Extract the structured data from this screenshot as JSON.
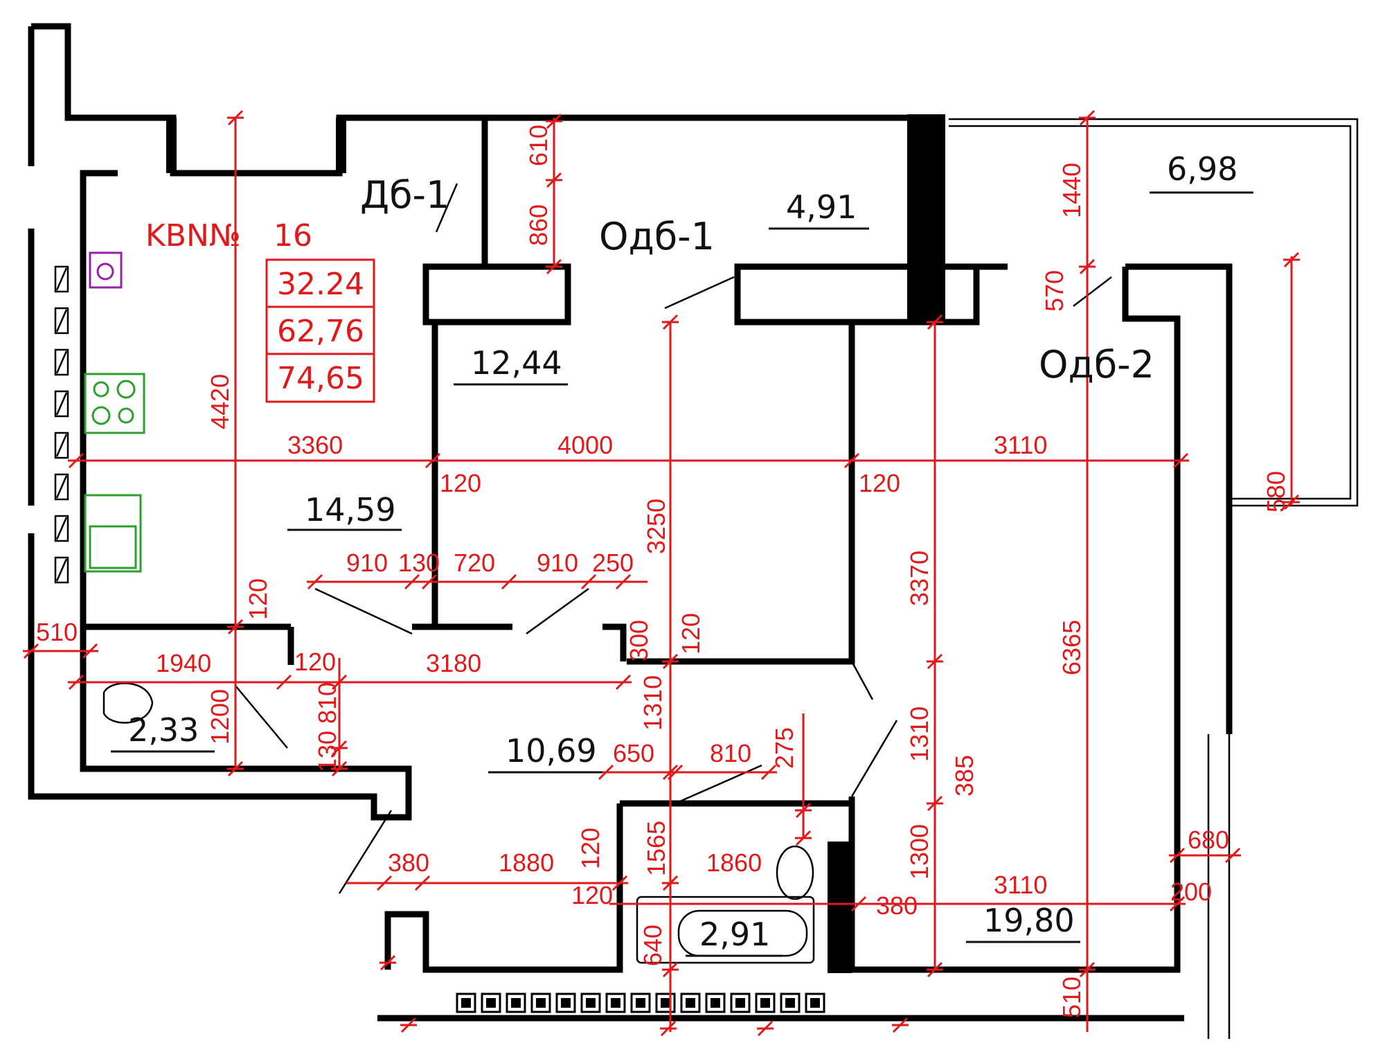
{
  "apartment": {
    "label": "KBN№",
    "number": "16",
    "areas": [
      "32.24",
      "62,76",
      "74,65"
    ]
  },
  "rooms": [
    {
      "id": "room-1",
      "area": "14,59"
    },
    {
      "id": "room-2",
      "area": "12,44"
    },
    {
      "id": "room-3",
      "area": "19,80"
    },
    {
      "id": "room-4",
      "area": "10,69"
    },
    {
      "id": "room-5",
      "area": "2,33"
    },
    {
      "id": "room-6",
      "area": "2,91"
    },
    {
      "id": "room-7",
      "area": "4,91"
    },
    {
      "id": "room-8",
      "area": "6,98"
    }
  ],
  "labels": [
    {
      "id": "db-1",
      "text": "Дб-1"
    },
    {
      "id": "odb-1",
      "text": "Одб-1"
    },
    {
      "id": "odb-2",
      "text": "Одб-2"
    }
  ],
  "dimensions": [
    {
      "id": "d3360",
      "text": "3360"
    },
    {
      "id": "d4000",
      "text": "4000"
    },
    {
      "id": "d3110a",
      "text": "3110"
    },
    {
      "id": "d120a",
      "text": "120"
    },
    {
      "id": "d120b",
      "text": "120"
    },
    {
      "id": "d4420",
      "text": "4420"
    },
    {
      "id": "d3250",
      "text": "3250"
    },
    {
      "id": "d3370",
      "text": "3370"
    },
    {
      "id": "d6365",
      "text": "6365"
    },
    {
      "id": "d1440",
      "text": "1440"
    },
    {
      "id": "d860",
      "text": "860"
    },
    {
      "id": "d610",
      "text": "610"
    },
    {
      "id": "d570",
      "text": "570"
    },
    {
      "id": "d580",
      "text": "580"
    },
    {
      "id": "d910a",
      "text": "910"
    },
    {
      "id": "d130a",
      "text": "130"
    },
    {
      "id": "d720",
      "text": "720"
    },
    {
      "id": "d910b",
      "text": "910"
    },
    {
      "id": "d250",
      "text": "250"
    },
    {
      "id": "d120c",
      "text": "120"
    },
    {
      "id": "d510a",
      "text": "510"
    },
    {
      "id": "d1940",
      "text": "1940"
    },
    {
      "id": "d120d",
      "text": "120"
    },
    {
      "id": "d3180",
      "text": "3180"
    },
    {
      "id": "d300",
      "text": "300"
    },
    {
      "id": "d120e",
      "text": "120"
    },
    {
      "id": "d1310a",
      "text": "1310"
    },
    {
      "id": "d1200",
      "text": "1200"
    },
    {
      "id": "d810a",
      "text": "810"
    },
    {
      "id": "d130b",
      "text": "130"
    },
    {
      "id": "d650",
      "text": "650"
    },
    {
      "id": "d810b",
      "text": "810"
    },
    {
      "id": "d275",
      "text": "275"
    },
    {
      "id": "d1310b",
      "text": "1310"
    },
    {
      "id": "d385",
      "text": "385"
    },
    {
      "id": "d380a",
      "text": "380"
    },
    {
      "id": "d1880",
      "text": "1880"
    },
    {
      "id": "d120f",
      "text": "120"
    },
    {
      "id": "d1565",
      "text": "1565"
    },
    {
      "id": "d1860",
      "text": "1860"
    },
    {
      "id": "d120g",
      "text": "120"
    },
    {
      "id": "d1300",
      "text": "1300"
    },
    {
      "id": "d3110b",
      "text": "3110"
    },
    {
      "id": "d380b",
      "text": "380"
    },
    {
      "id": "d680",
      "text": "680"
    },
    {
      "id": "d200",
      "text": "200"
    },
    {
      "id": "d640",
      "text": "640"
    },
    {
      "id": "d510b",
      "text": "510"
    }
  ],
  "colors": {
    "dimension": "#e0191b",
    "wall": "#000000",
    "kitchen_fixture": "#2ca02c",
    "sink_fixture": "#9a1fa8"
  }
}
